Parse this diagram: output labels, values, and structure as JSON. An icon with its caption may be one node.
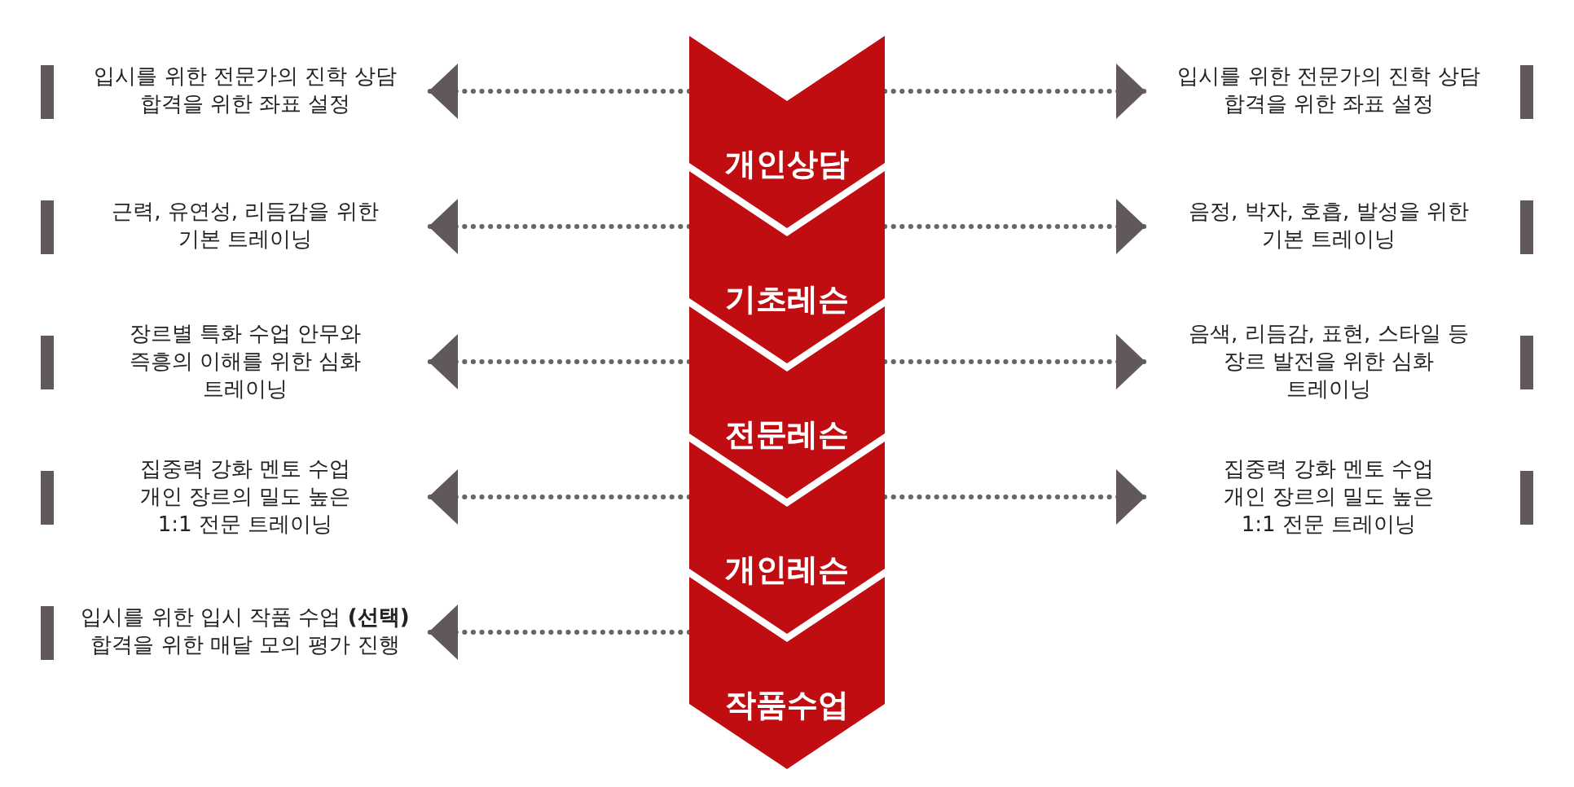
{
  "diagram": {
    "nodes": [
      {
        "text": [
          "입시를 위한 전문가의 진학 상담 합격을 위한 좌표 설정"
        ]
      },
      {
        "text": [
          "개인상담"
        ]
      },
      {
        "text": [
          "입시를 위한 전문가의 진학 상담 합격을 위한 좌표 설정"
        ]
      },
      {
        "text": [
          "근력, 유연성, 리듬감을 위한 기본 트레이닝"
        ]
      },
      {
        "text": [
          "기초레슨"
        ]
      },
      {
        "text": [
          "음정, 박자, 호흡, 발성을 위한 기본 트레이닝"
        ]
      },
      {
        "text": [
          "장르별 특화 수업 안무와 즉흥의 이해를 위한 심화 트레이닝"
        ]
      },
      {
        "text": [
          "전문레슨"
        ]
      },
      {
        "text": [
          "음색, 리듬감, 표현, 스타일 등 장르 발전을 위한 심화 트레이닝"
        ]
      },
      {
        "text": [
          "집중력 강화 멘토 수업 개인 장르의 밀도 높은 1:1 전문 트레이닝"
        ]
      },
      {
        "text": [
          "개인레슨"
        ]
      },
      {
        "text": [
          "집중력 강화 멘토 수업 개인 장르의 밀도 높은 1:1 전문 트레이닝"
        ]
      },
      {
        "text": [
          "입시를 위한 입시 작품 수업 **(선택)** 합격을 위한 매달 모의 평가 진행"
        ]
      },
      {
        "text": [
          "작품수업"
        ]
      }
    ],
    "edges": [
      {
        "from": 1,
        "to": 0,
        "arrow": "to",
        "style": "dashed"
      },
      {
        "from": 1,
        "to": 2,
        "arrow": "to",
        "style": "dashed"
      },
      {
        "from": 4,
        "to": 3,
        "arrow": "to",
        "style": "dashed"
      },
      {
        "from": 4,
        "to": 5,
        "arrow": "to",
        "style": "dashed"
      },
      {
        "from": 7,
        "to": 6,
        "arrow": "to",
        "style": "dashed"
      },
      {
        "from": 7,
        "to": 8,
        "arrow": "to",
        "style": "dashed"
      },
      {
        "from": 10,
        "to": 9,
        "arrow": "to",
        "style": "dashed"
      },
      {
        "from": 10,
        "to": 11,
        "arrow": "to",
        "style": "dashed"
      },
      {
        "from": 13,
        "to": 12,
        "arrow": "to",
        "style": "dashed"
      }
    ]
  }
}
